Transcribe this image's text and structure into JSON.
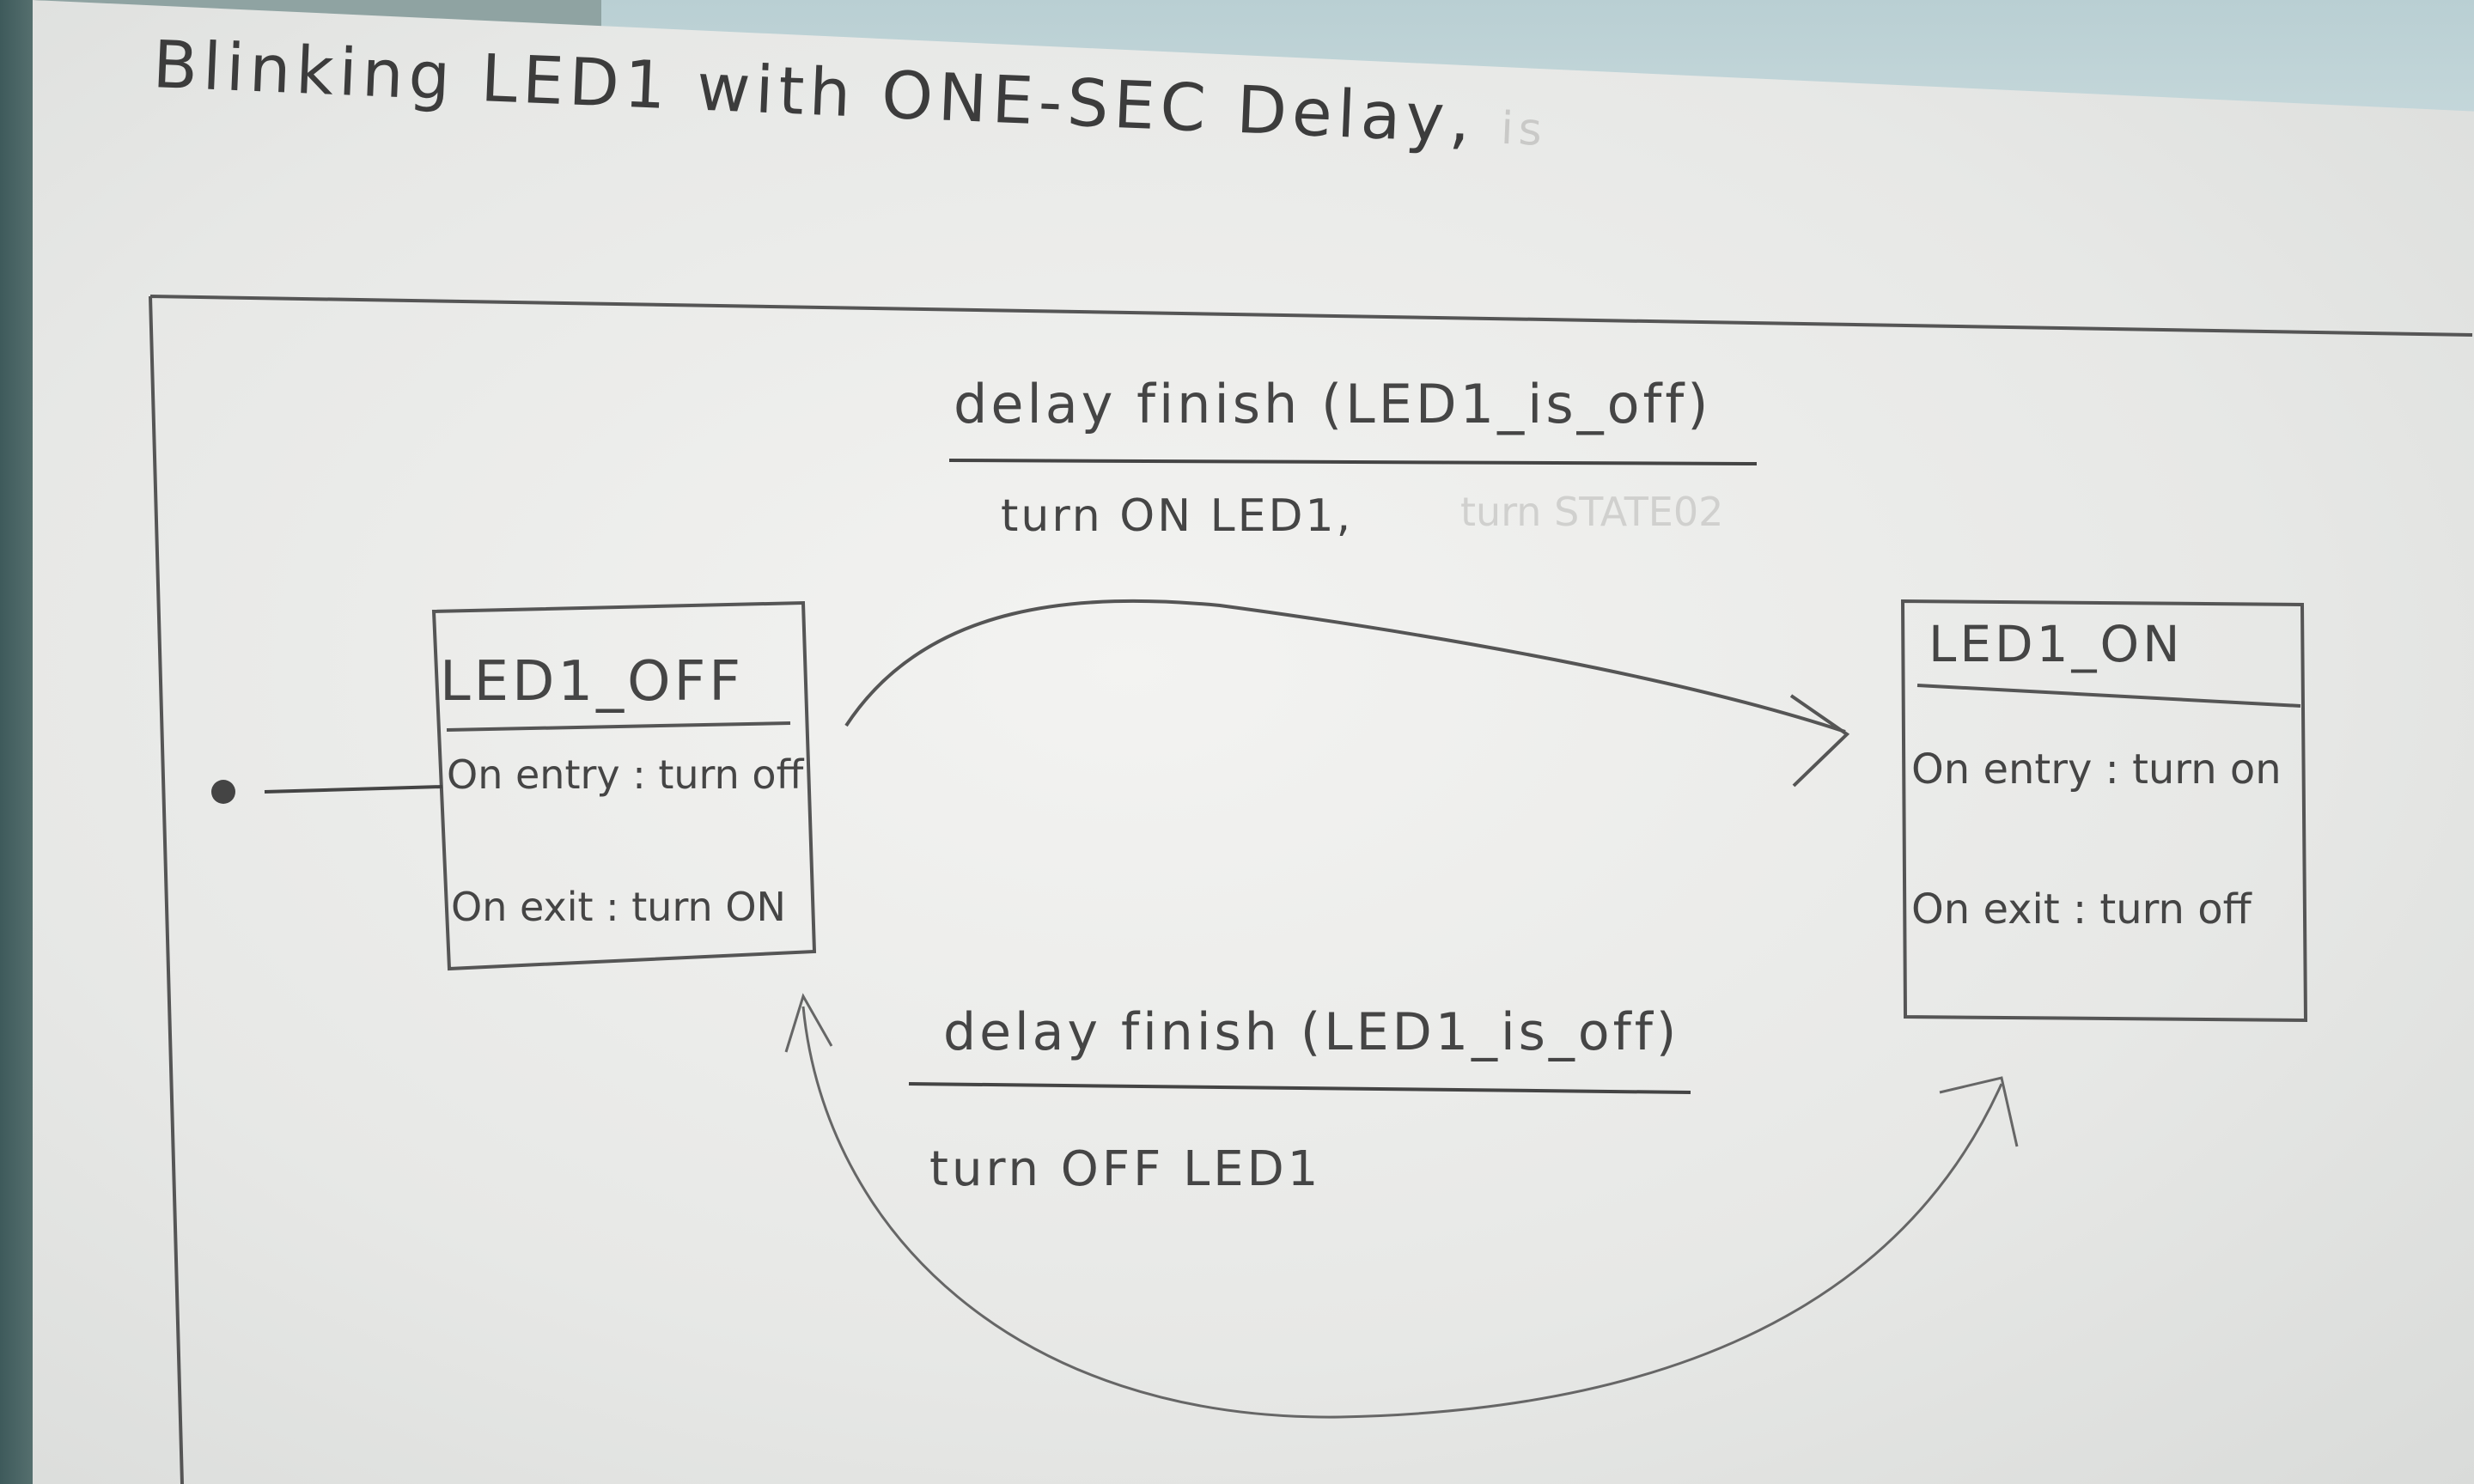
{
  "title": {
    "text": "Blinking LED1 with ONE-SEC Delay",
    "faint_tail": "is"
  },
  "states": {
    "off": {
      "name": "LED1_OFF",
      "entry": "On entry : turn off",
      "exit": "On exit : turn ON"
    },
    "on": {
      "name": "LED1_ON",
      "entry": "On entry : turn on",
      "exit": "On exit : turn off"
    }
  },
  "transitions": {
    "top": {
      "trigger": "delay finish (LED1_is_off)",
      "action": "turn ON LED1,"
    },
    "bottom": {
      "trigger": "delay finish (LED1_is_off)",
      "action": "turn OFF LED1"
    }
  },
  "colors": {
    "ink": "#454545",
    "paper": "#ececea",
    "faint_ink": "#d0d0ce"
  }
}
